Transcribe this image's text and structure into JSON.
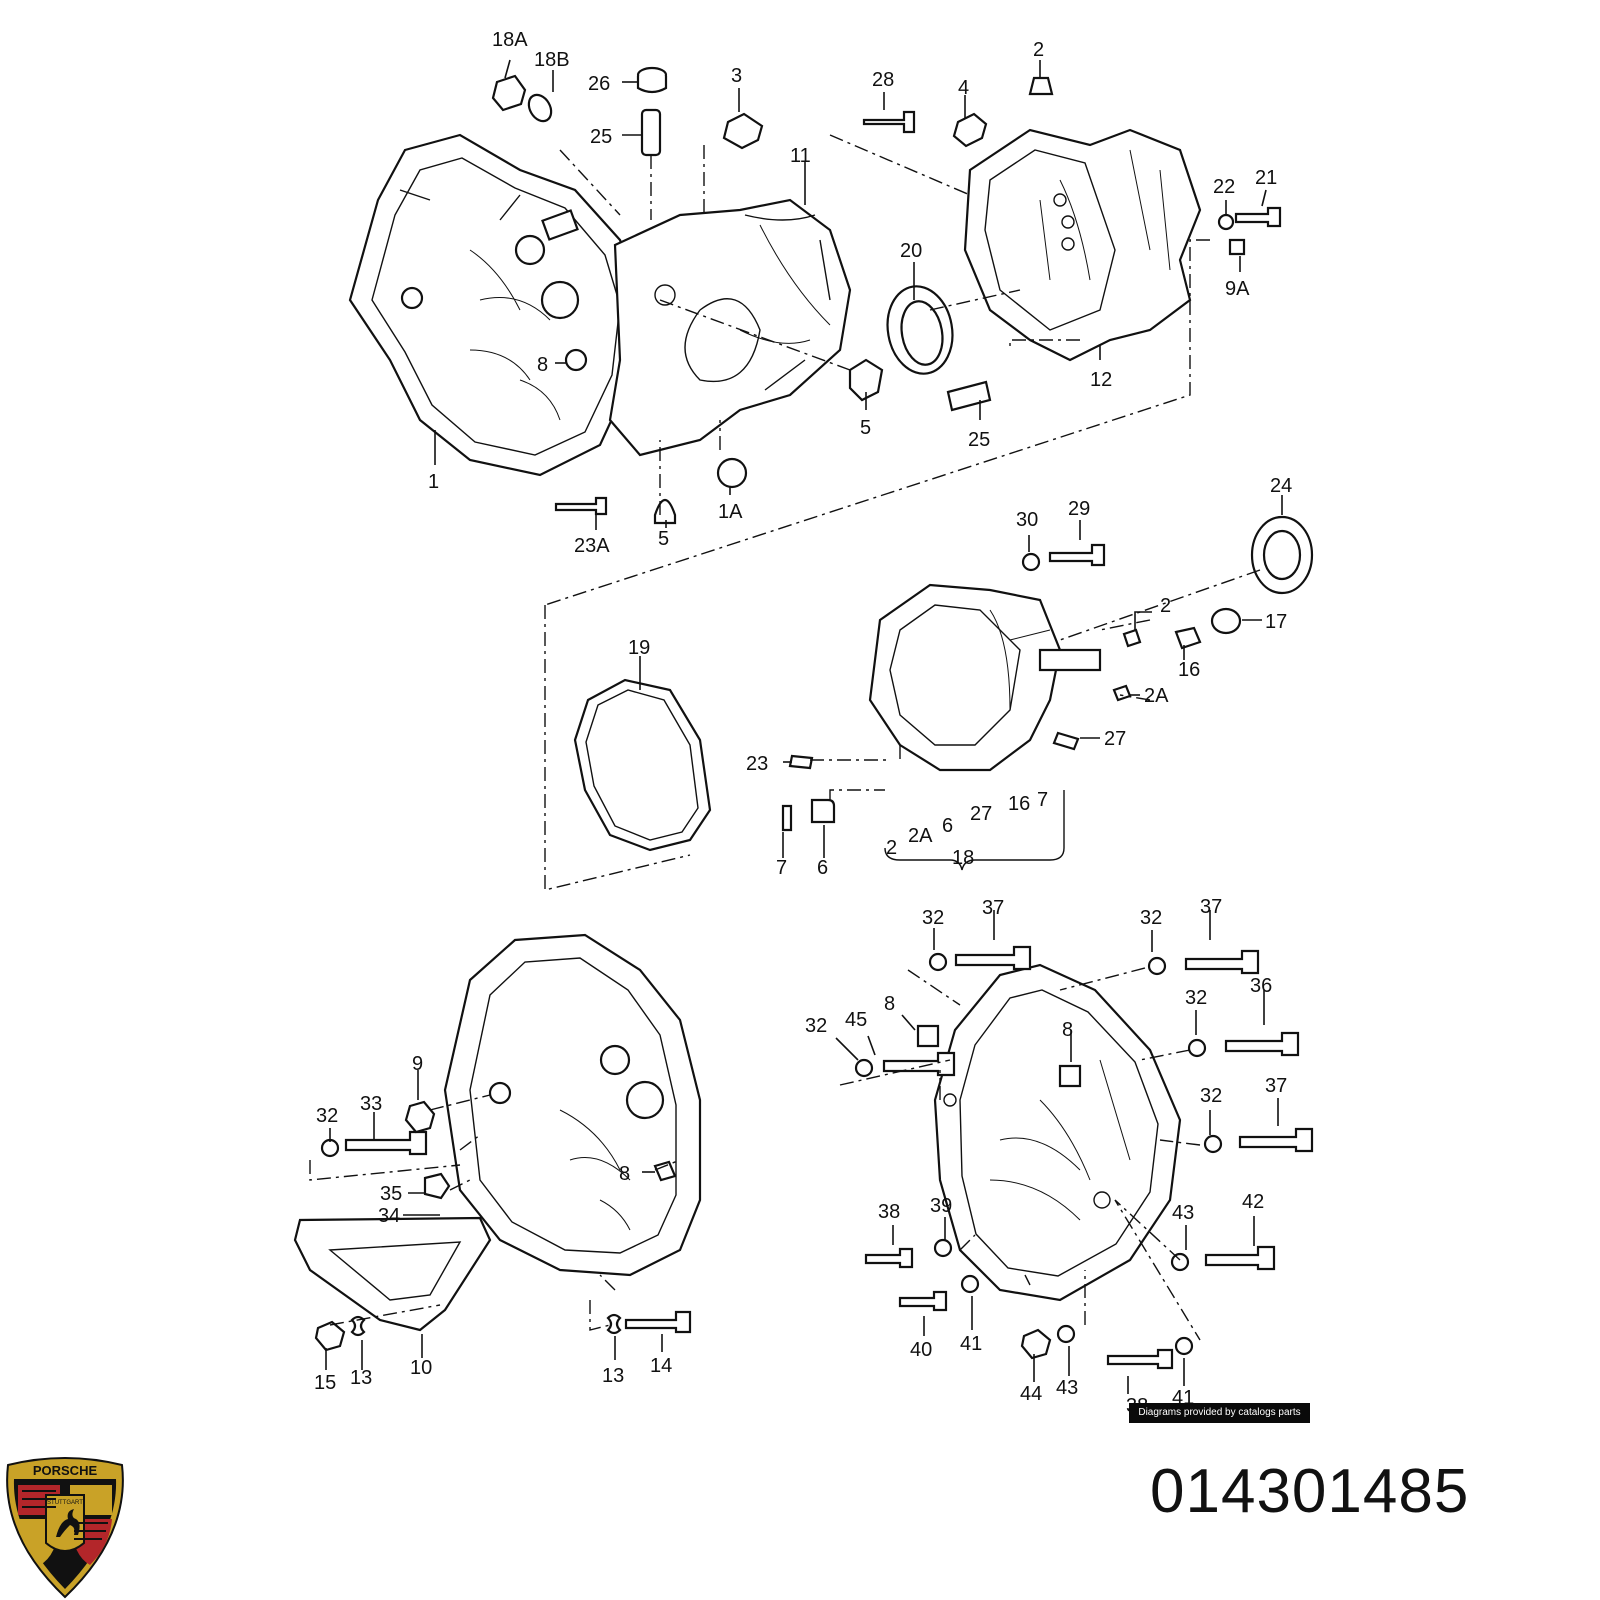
{
  "diagram": {
    "callouts": [
      "18A",
      "18B",
      "26",
      "25",
      "3",
      "28",
      "2",
      "4",
      "11",
      "22",
      "21",
      "9A",
      "20",
      "8",
      "5",
      "25",
      "12",
      "1",
      "1A",
      "5",
      "23A",
      "30",
      "29",
      "24",
      "2",
      "17",
      "16",
      "2A",
      "19",
      "23",
      "27",
      "7",
      "6",
      "2",
      "2A",
      "6",
      "27",
      "16",
      "7",
      "18",
      "32",
      "37",
      "32",
      "37",
      "32",
      "36",
      "8",
      "32",
      "45",
      "8",
      "9",
      "33",
      "32",
      "37",
      "32",
      "35",
      "34",
      "8",
      "38",
      "39",
      "43",
      "42",
      "15",
      "13",
      "10",
      "13",
      "14",
      "40",
      "41",
      "44",
      "43",
      "38",
      "41"
    ]
  },
  "credit": "Diagrams provided by catalogs parts",
  "part_number": "014301485",
  "logo": {
    "brand": "PORSCHE",
    "city": "STUTTGART",
    "colors": {
      "gold": "#c9a227",
      "red": "#b3262a",
      "black": "#111111"
    }
  }
}
